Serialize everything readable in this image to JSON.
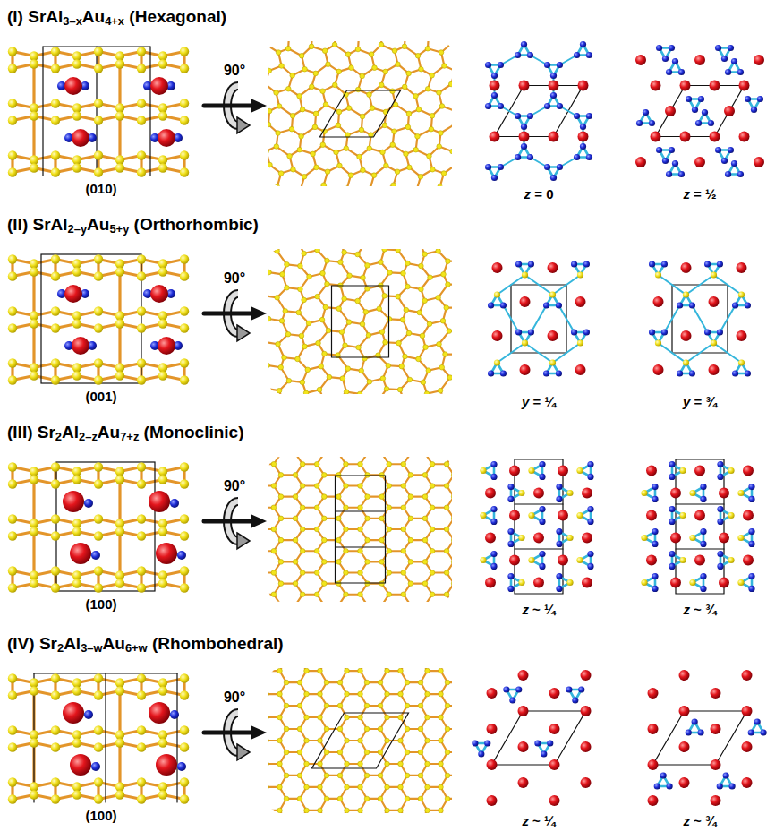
{
  "diagram": {
    "labels": [
      "(I) SrAl3–xAu4+x (Hexagonal)",
      "90°",
      "(010)",
      "z = 0",
      "z = ½",
      "(II) SrAl2–yAu5+y (Orthorhombic)",
      "90°",
      "(001)",
      "y = ¼",
      "y = ¾",
      "(III) Sr2Al2–zAu7+z (Monoclinic)",
      "90°",
      "(100)",
      "z ~ ¼",
      "z ~ ¾",
      "(IV) Sr2Al3–wAu6+w (Rhombohedral)",
      "90°",
      "(100)",
      "z ~ ¼",
      "z ~ ¾"
    ]
  }
}
